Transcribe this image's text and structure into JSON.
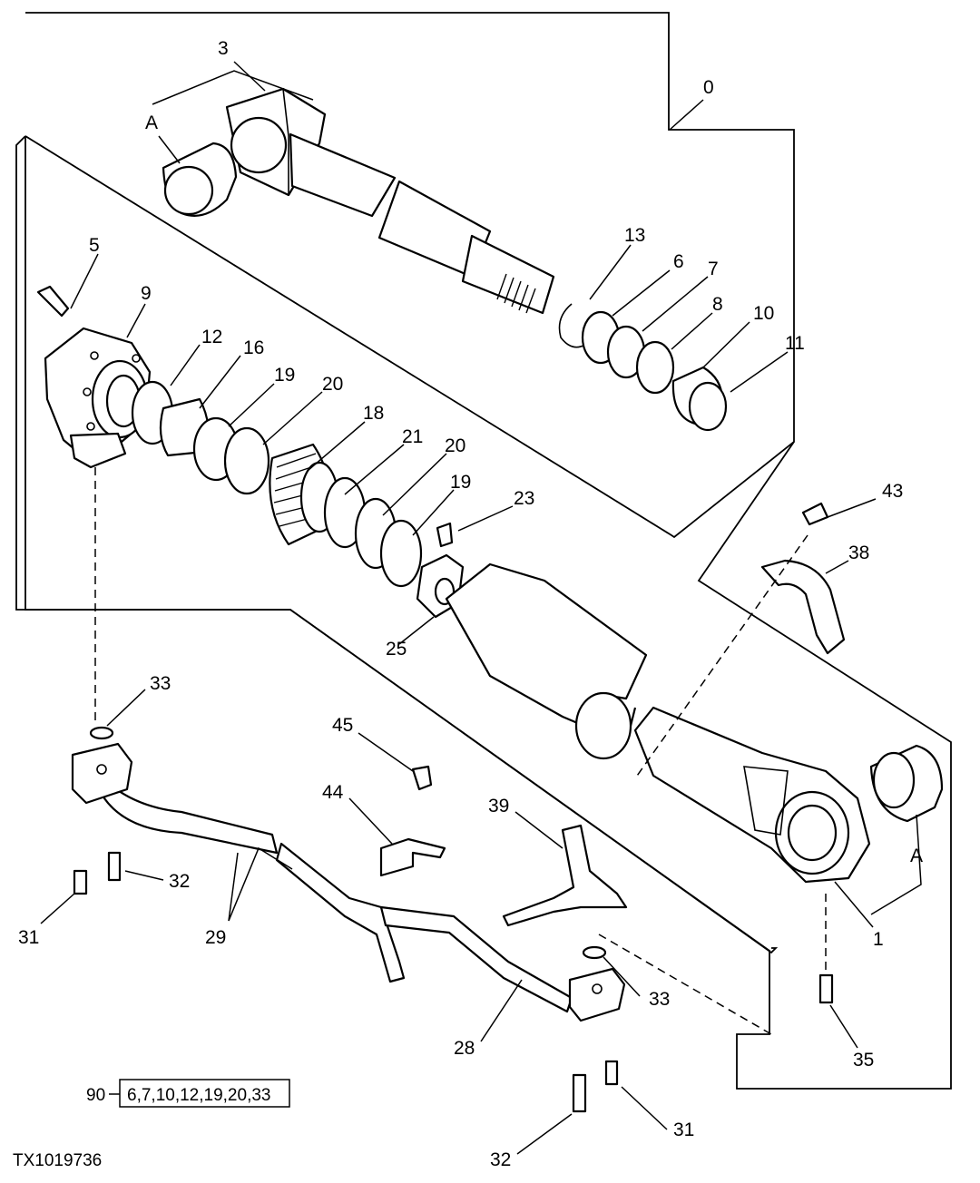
{
  "figure_id": "TX1019736",
  "kit": {
    "number": "90",
    "contents": "6,7,10,12,19,20,33"
  },
  "callouts": [
    {
      "label": "3"
    },
    {
      "label": "A"
    },
    {
      "label": "0"
    },
    {
      "label": "5"
    },
    {
      "label": "9"
    },
    {
      "label": "13"
    },
    {
      "label": "6"
    },
    {
      "label": "7"
    },
    {
      "label": "8"
    },
    {
      "label": "10"
    },
    {
      "label": "11"
    },
    {
      "label": "12"
    },
    {
      "label": "16"
    },
    {
      "label": "19"
    },
    {
      "label": "20"
    },
    {
      "label": "18"
    },
    {
      "label": "21"
    },
    {
      "label": "20"
    },
    {
      "label": "19"
    },
    {
      "label": "23"
    },
    {
      "label": "25"
    },
    {
      "label": "43"
    },
    {
      "label": "38"
    },
    {
      "label": "33"
    },
    {
      "label": "45"
    },
    {
      "label": "44"
    },
    {
      "label": "39"
    },
    {
      "label": "A"
    },
    {
      "label": "1"
    },
    {
      "label": "32"
    },
    {
      "label": "31"
    },
    {
      "label": "29"
    },
    {
      "label": "33"
    },
    {
      "label": "28"
    },
    {
      "label": "35"
    },
    {
      "label": "31"
    },
    {
      "label": "32"
    }
  ]
}
